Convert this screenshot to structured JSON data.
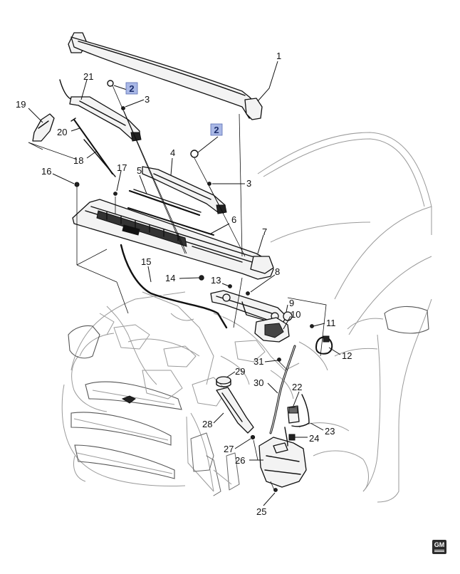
{
  "callouts": {
    "c1": "1",
    "c2a": "2",
    "c2b": "2",
    "c3a": "3",
    "c3b": "3",
    "c4": "4",
    "c5": "5",
    "c6": "6",
    "c7": "7",
    "c8": "8",
    "c9": "9",
    "c10": "10",
    "c11": "11",
    "c12": "12",
    "c13": "13",
    "c14": "14",
    "c15": "15",
    "c16": "16",
    "c17": "17",
    "c18": "18",
    "c19": "19",
    "c20": "20",
    "c21": "21",
    "c22": "22",
    "c23": "23",
    "c24": "24",
    "c25": "25",
    "c26": "26",
    "c27": "27",
    "c28": "28",
    "c29": "29",
    "c30": "30",
    "c31": "31"
  },
  "logo": {
    "brand": "GM"
  },
  "colors": {
    "reference_box": "#a9b8e6",
    "lines": "#111111",
    "vehicle_outline": "#9a9a9a"
  }
}
